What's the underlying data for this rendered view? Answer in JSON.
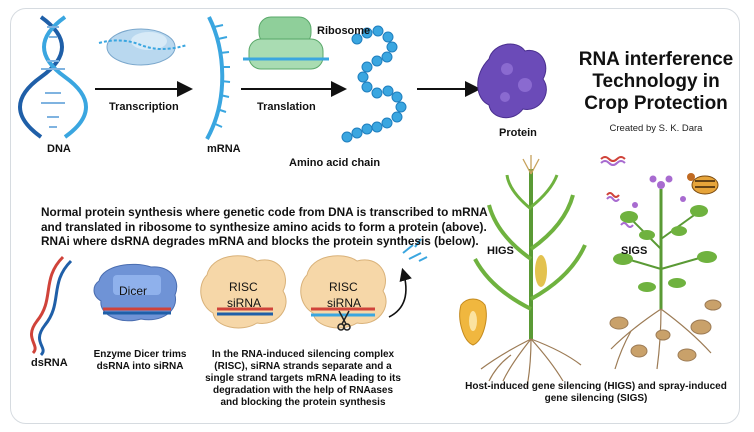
{
  "title": "RNA interference Technology in Crop Protection",
  "credit": "Created by S. K. Dara",
  "labels": {
    "dna": "DNA",
    "transcription": "Transcription",
    "mrna": "mRNA",
    "translation": "Translation",
    "ribosome": "Ribosome",
    "amino_chain": "Amino acid chain",
    "protein": "Protein",
    "dsrna": "dsRNA",
    "dicer": "Dicer",
    "risc_1": "RISC",
    "sirna_1": "siRNA",
    "risc_2": "RISC",
    "sirna_2": "siRNA",
    "higs": "HIGS",
    "sigs": "SIGS"
  },
  "description": "Normal protein synthesis where genetic code from DNA is transcribed to mRNA and translated in ribosome to synthesize amino acids to form a protein (above). RNAi where dsRNA degrades mRNA and blocks the protein synthesis (below).",
  "captions": {
    "dicer": "Enzyme Dicer trims dsRNA into siRNA",
    "risc": "In the RNA-induced silencing complex (RISC), siRNA strands separate and a single strand targets mRNA leading to its degradation with the help of RNAases and blocking the protein synthesis",
    "silencing": "Host-induced gene silencing (HIGS) and spray-induced gene silencing (SIGS)"
  },
  "colors": {
    "dna_strand": "#1f5fa8",
    "mrna": "#3aa6e0",
    "ribosome": "#8fcf9a",
    "protein": "#6b4bb8",
    "bead": "#3aa6e0",
    "risc": "#f6d7a8",
    "dicer": "#6f93d6",
    "leaf": "#6fb23f",
    "root": "#9c7b55"
  },
  "icons": [
    "dna-helix-icon",
    "rna-polymerase-icon",
    "ribosome-icon",
    "protein-icon",
    "scissors-icon",
    "corn-plant-icon",
    "potato-plant-icon",
    "beetle-icon",
    "corn-kernel-icon"
  ]
}
